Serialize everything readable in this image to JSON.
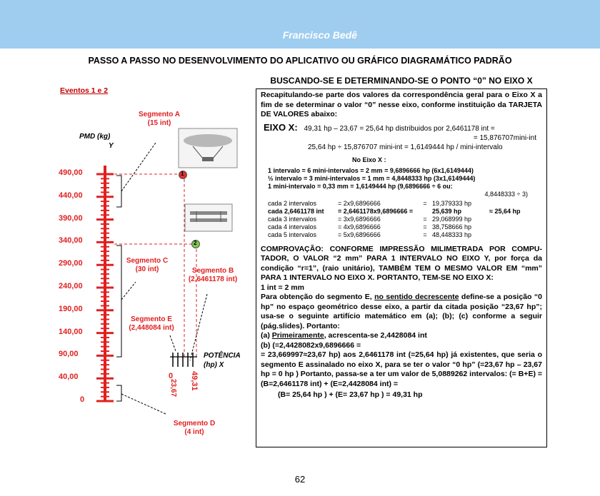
{
  "banner": {
    "title": "Francisco Bedê"
  },
  "main_title": "PASSO A PASSO NO DESENVOLVIMENTO DO APLICATIVO OU GRÁFICO DIAGRAMÁTICO PADRÃO",
  "sub_title": "BUSCANDO-SE E DETERMINANDO-SE O PONTO “0” NO EIXO X",
  "diagram": {
    "events": "Eventos  1  e  2",
    "y_axis_label_1": "PMD  (kg)",
    "y_axis_label_2": "Y",
    "x_axis_label_1": "POTÊNCIA",
    "x_axis_label_2": "(hp)  X",
    "y_ticks": [
      "490,00",
      "440,00",
      "390,00",
      "340,00",
      "290,00",
      "240,00",
      "190,00",
      "140,00",
      "90,00",
      "40,00",
      "0"
    ],
    "x_zero": "0",
    "x_val_1": "23,67",
    "x_val_2": "49,31",
    "point_1": "1",
    "point_2": "2",
    "seg_a_1": "Segmento A",
    "seg_a_2": "(15 int)",
    "seg_b_1": "Segmento B",
    "seg_b_2": "(2,6461178  int)",
    "seg_c_1": "Segmento C",
    "seg_c_2": "(30 int)",
    "seg_d_1": "Segmento D",
    "seg_d_2": "(4 int)",
    "seg_e_1": "Segmento E",
    "seg_e_2": "(2,448084  int)"
  },
  "box": {
    "intro": "Recapitulando-se   parte  dos  valores  da  correspondência  geral para o Eixo X a fim de se determinar o valor “0” nesse  eixo, conforme instituição da TARJETA DE VALORES abaixo:",
    "eixo_label": "EIXO X:",
    "eixo_l1": "49,31 hp – 23,67 = 25,64 hp distribuidos  por 2,6461178  int  =",
    "eixo_l2": "= 15,876707mini-int",
    "eixo_l3": "25,64 hp ÷ 15,876707  mini-int  =  1,6149444  hp / mini-intervalo",
    "no_eixo": "No Eixo  X :",
    "r1": "1 intervalo  =  6 mini-intervalos  =  2 mm   =   9,6896666 hp  (6x1,6149444)",
    "r2": "½ intervalo  =  3 mini-intervalos  =  1 mm   =   4,8448333 hp  (3x1,6149444)",
    "r3": "1 mini-intervalo  = 0,33 mm                       =   1,6149444 hp  (9,6896666 ÷ 6 ou:",
    "r3b": "4,8448333 ÷ 3)",
    "t": [
      [
        "cada 2 intervalos",
        "= 2x9,6896666",
        "=",
        "19,379333 hp",
        ""
      ],
      [
        "cada 2,6461178 int",
        "= 2,6461178x9,6896666 =",
        "",
        "25,639  hp",
        "≈    25,64 hp"
      ],
      [
        "cada 3 intervalos",
        "= 3x9,6896666",
        "=",
        "29,068999 hp",
        ""
      ],
      [
        "cada 4 intervalos",
        "= 4x9,6896666",
        "=",
        "38,758666 hp",
        ""
      ],
      [
        "cada 5 intervalos",
        "= 5x9,6896666",
        "=",
        "48,448333 hp",
        ""
      ]
    ],
    "comp": "COMPROVAÇÃO:  CONFORME  IMPRESSÃO  MILIMETRADA  POR  COMPU-TADOR,  O  VALOR “2 mm”  PARA 1 INTERVALO NO EIXO Y, por força da condição “r=1”, (raio unitário), TAMBÉM TEM O MESMO VALOR EM  “mm”  PARA  1  INTERVALO  NO EIXO X.  PORTANTO, TEM-SE NO  EIXO  X:",
    "int_eq": "1 int =  2 mm",
    "p1a": "Para obtenção do segmento E, ",
    "p1u": "no sentido decrescente",
    "p1b": " define-se a posição “0 hp” no espaço geométrico desse eixo, a partir da citada posição “23,67 hp”;  usa-se o seguinte artifício matemático em (a); (b); (c) conforme a seguir (pág.slides).  Portanto:",
    "pa1": "(a)  ",
    "pau": "Primeiramente",
    "pa2": ",  acrescenta-se 2,4428084 int",
    "pb": "(b)   (=2,4428082x9,6896666 =",
    "pc": " = 23,669997≈23,67 hp) aos  2,6461178  int  (=25,64 hp)  já existentes, que seria o segmento E  assinalado no eixo X,  para se  ter o valor  “0 hp”  (=23,67 hp – 23,67 hp = 0 hp )  Portanto, passa-se a ter um valor de   5,0889262 intervalos:  (= B+E) = (B=2,6461178 int) + (E=2,4428084 int) =",
    "final": "(B= 25,64 hp ) + (E= 23,67 hp ) = 49,31 hp"
  },
  "page_number": "62"
}
